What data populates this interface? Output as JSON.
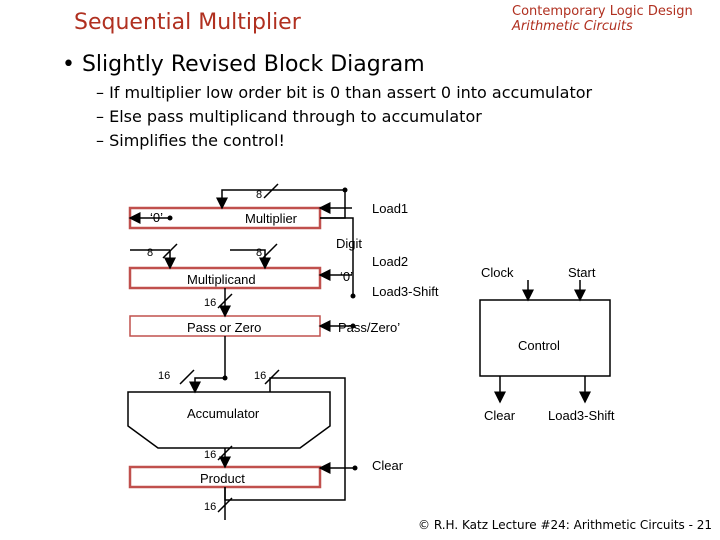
{
  "header": {
    "title": "Sequential Multiplier",
    "course_line1": "Contemporary Logic Design",
    "course_line2": "Arithmetic Circuits"
  },
  "bullet": "• Slightly Revised Block Diagram",
  "subpoints": [
    "– If multiplier low order bit is 0 than assert 0 into accumulator",
    "– Else pass multiplicand through to accumulator",
    "– Simplifies the control!"
  ],
  "diagram": {
    "blocks": {
      "multiplier": "Multiplier",
      "multiplicand": "Multiplicand",
      "pass_or_zero": "Pass or Zero",
      "accumulator": "Accumulator",
      "product": "Product",
      "control": "Control"
    },
    "signals": {
      "load1": "Load1",
      "digit": "Digit",
      "load2": "Load2",
      "zero_in": "‘0’",
      "load3_shift_mid": "Load3-Shift",
      "pass_zero": "Pass/Zero’",
      "clear_mid": "Clear",
      "clock": "Clock",
      "start": "Start",
      "clear_out": "Clear",
      "load3_shift_out": "Load3-Shift",
      "zero_shift_in": "‘0’"
    },
    "bus_widths": {
      "mult_top": "8",
      "mult_left": "8",
      "mult_right": "8",
      "mcand_out": "16",
      "acc_left": "16",
      "acc_right": "16",
      "acc_out": "16",
      "prod_out": "16"
    },
    "colors": {
      "box_border": "#c0504d",
      "line": "#000000"
    }
  },
  "footer": "© R.H. Katz  Lecture #24: Arithmetic Circuits - 21"
}
